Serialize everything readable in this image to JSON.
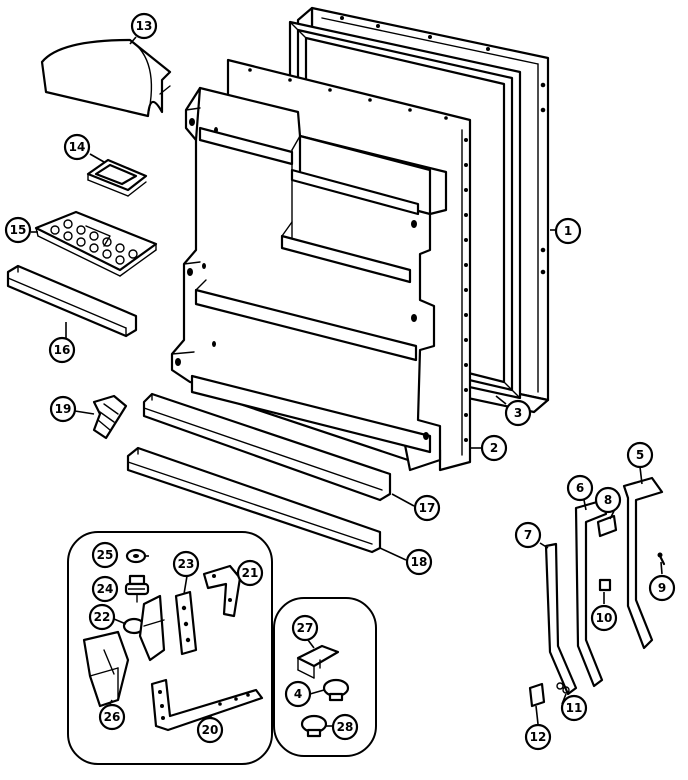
{
  "callouts": [
    {
      "key": "c1",
      "label": "1"
    },
    {
      "key": "c2",
      "label": "2"
    },
    {
      "key": "c3",
      "label": "3"
    },
    {
      "key": "c4",
      "label": "4"
    },
    {
      "key": "c5",
      "label": "5"
    },
    {
      "key": "c6",
      "label": "6"
    },
    {
      "key": "c7",
      "label": "7"
    },
    {
      "key": "c8",
      "label": "8"
    },
    {
      "key": "c9",
      "label": "9"
    },
    {
      "key": "c10",
      "label": "10"
    },
    {
      "key": "c11",
      "label": "11"
    },
    {
      "key": "c12",
      "label": "12"
    },
    {
      "key": "c13",
      "label": "13"
    },
    {
      "key": "c14",
      "label": "14"
    },
    {
      "key": "c15",
      "label": "15"
    },
    {
      "key": "c16",
      "label": "16"
    },
    {
      "key": "c17",
      "label": "17"
    },
    {
      "key": "c18",
      "label": "18"
    },
    {
      "key": "c19",
      "label": "19"
    },
    {
      "key": "c20",
      "label": "20"
    },
    {
      "key": "c21",
      "label": "21"
    },
    {
      "key": "c22",
      "label": "22"
    },
    {
      "key": "c23",
      "label": "23"
    },
    {
      "key": "c24",
      "label": "24"
    },
    {
      "key": "c25",
      "label": "25"
    },
    {
      "key": "c26",
      "label": "26"
    },
    {
      "key": "c27",
      "label": "27"
    },
    {
      "key": "c28",
      "label": "28"
    }
  ]
}
